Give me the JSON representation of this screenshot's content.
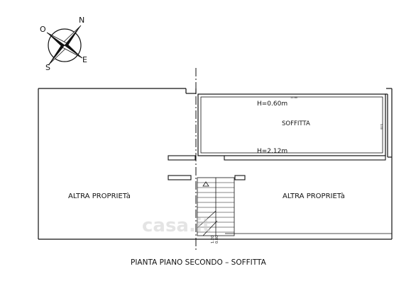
{
  "compass": {
    "north": "N",
    "south": "S",
    "east": "E",
    "west": "O"
  },
  "plan": {
    "title": "PIANTA PIANO SECONDO – SOFFITTA",
    "rooms": {
      "left": "ALTRA PROPRIETà",
      "right": "ALTRA PROPRIETà",
      "attic": "SOFFITTA"
    },
    "heights": {
      "top": "H=0.60m",
      "bottom": "H=2.12m"
    },
    "dimensions": {
      "top_width": "11.60",
      "side_depth": "3.00",
      "stair_small_1": "1.20",
      "stair_small_2": "0.80"
    }
  },
  "watermark": {
    "text": "casa.it"
  }
}
